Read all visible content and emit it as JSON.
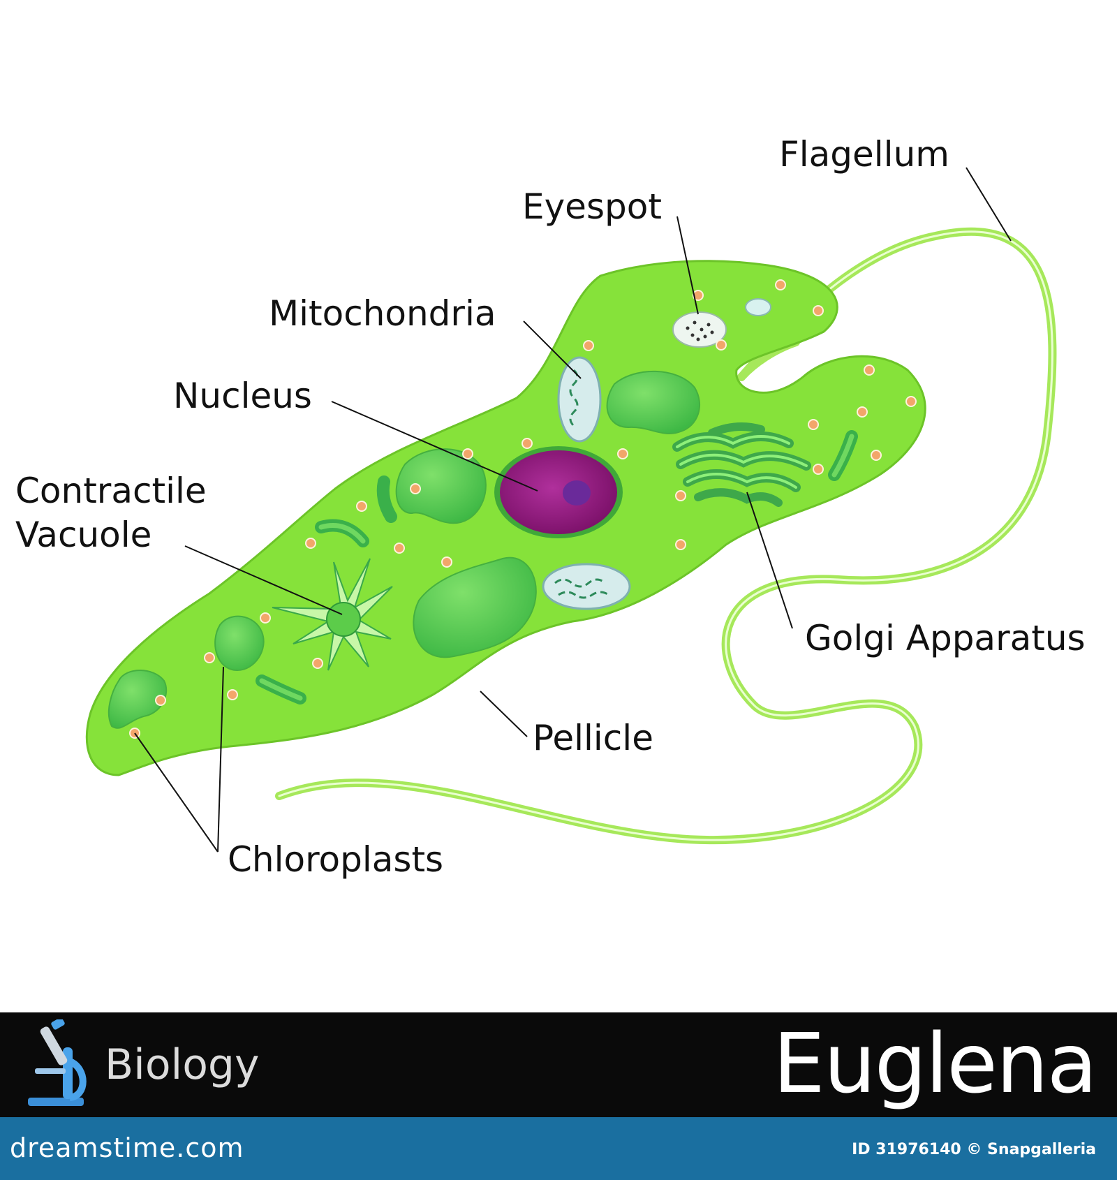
{
  "labels": {
    "flagellum": "Flagellum",
    "eyespot": "Eyespot",
    "mitochondria": "Mitochondria",
    "nucleus": "Nucleus",
    "contractile_vacuole": "Contractile\nVacuole",
    "golgi_apparatus": "Golgi Apparatus",
    "pellicle": "Pellicle",
    "chloroplasts": "Chloroplasts"
  },
  "banner": {
    "subject": "Biology",
    "title": "Euglena",
    "icon": "microscope-icon"
  },
  "footer": {
    "site": "dreamstime.com",
    "credit": "ID 31976140 © Snapgalleria"
  },
  "colors": {
    "cell_body": "#86e23a",
    "chloroplast": "#4cc84a",
    "nucleus": "#9b1a86",
    "nucleolus": "#6a2a9a",
    "granule": "#f2a66a",
    "flagellum": "#b6f06a",
    "banner": "#0a0a0a",
    "footer": "#1a6fa0"
  }
}
